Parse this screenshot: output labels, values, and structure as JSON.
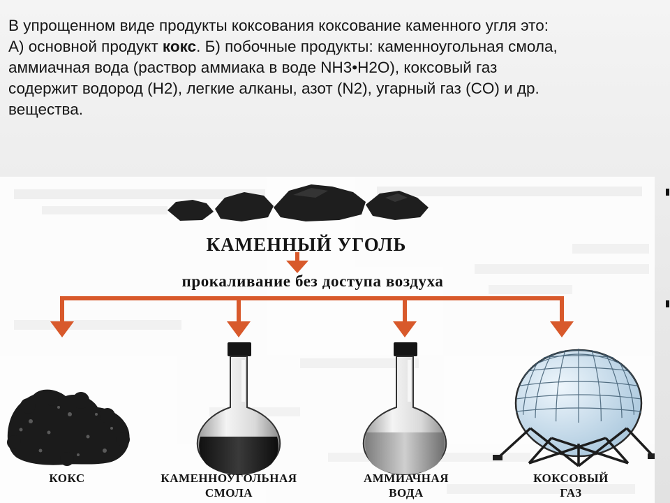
{
  "intro": {
    "line1": "В упрощенном виде продукты коксования коксование каменного угля это:",
    "line2_prefix": "А) основной продукт ",
    "line2_bold": "кокс",
    "line2_suffix": ". Б) побочные продукты: каменноугольная смола,",
    "line3": "аммиачная вода (раствор аммиака в воде NH3•H2O), коксовый газ",
    "line4": "содержит водород (H2), легкие алканы, азот (N2), угарный газ (CO) и др.",
    "line5": "вещества."
  },
  "diagram": {
    "source_label": "КАМЕННЫЙ УГОЛЬ",
    "process_label": "прокаливание без доступа воздуха",
    "products": [
      {
        "line1": "КОКС",
        "line2": ""
      },
      {
        "line1": "КАМЕННОУГОЛЬНАЯ",
        "line2": "СМОЛА"
      },
      {
        "line1": "АММИАЧНАЯ",
        "line2": "ВОДА"
      },
      {
        "line1": "КОКСОВЫЙ",
        "line2": "ГАЗ"
      }
    ]
  },
  "colors": {
    "arrow": "#d8592b",
    "gas_sphere": "#c3dbec",
    "coal": "#1e1e1e",
    "tar": "#222222"
  },
  "icons": [
    "coal-lumps-icon",
    "coke-pile-icon",
    "flask-tar-icon",
    "flask-ammonia-water-icon",
    "gas-holder-sphere-icon"
  ]
}
